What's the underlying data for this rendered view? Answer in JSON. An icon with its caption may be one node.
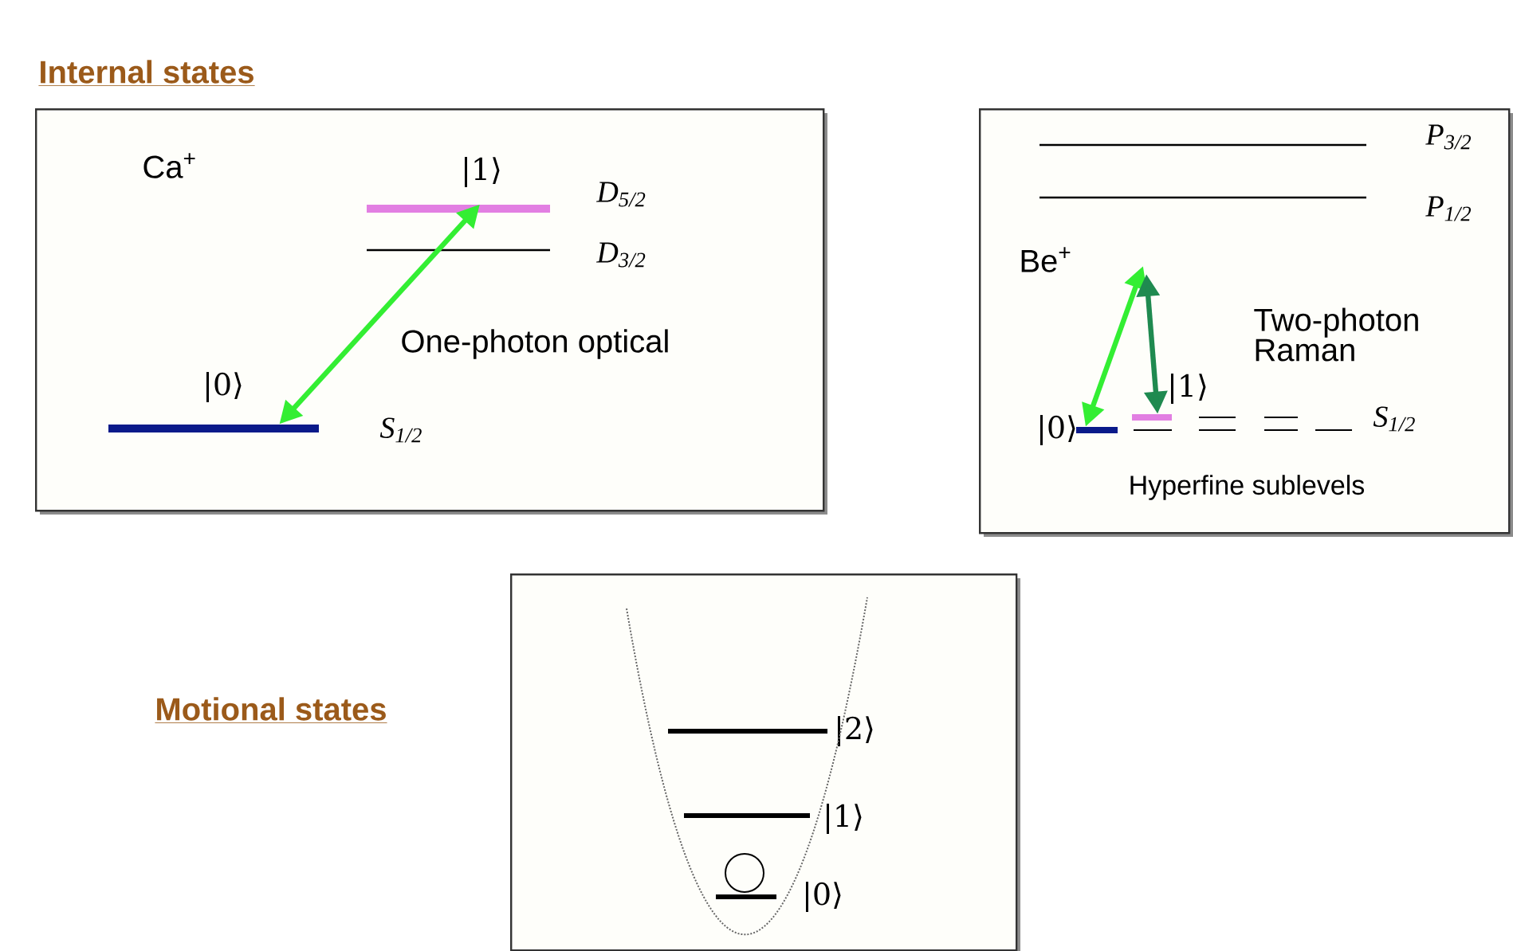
{
  "diagram": {
    "nodes": [
      {
        "text": [
          "Ca$^{+}$"
        ]
      },
      {
        "text": [
          "|0⟩"
        ],
        "beside": [
          "S$_{1/2}$"
        ],
        "in": 0
      },
      {
        "text": [
          "|1⟩"
        ],
        "beside": [
          "D$_{5/2}$"
        ],
        "in": 0
      },
      {
        "text": [],
        "shape": "bar",
        "beside": [
          "D$_{3/2}$"
        ],
        "in": 0
      },
      {
        "text": [
          "Be$^{+}$",
          "Hyperfine sublevels"
        ]
      },
      {
        "text": [],
        "shape": "bar",
        "beside": [
          "P$_{3/2}$"
        ],
        "in": 4
      },
      {
        "text": [],
        "shape": "bar",
        "beside": [
          "P$_{1/2}$"
        ],
        "in": 4
      },
      {
        "text": [
          "|0⟩"
        ],
        "in": 4
      },
      {
        "text": [
          "|1⟩"
        ],
        "in": 4
      },
      {
        "text": [],
        "shape": "box"
      },
      {
        "text": [
          "|2⟩"
        ],
        "in": 9
      },
      {
        "text": [
          "|1⟩"
        ],
        "in": 9
      },
      {
        "text": [
          "|0⟩"
        ],
        "in": 9
      }
    ],
    "edges": [
      {
        "from": 1,
        "to": 2,
        "arrow": "both",
        "label": "One-photon optical"
      },
      {
        "from": 7,
        "to": null,
        "arrow": "both"
      },
      {
        "from": null,
        "to": 8,
        "arrow": "both",
        "label": "Two-photon Raman",
        "color": "#1f8a50"
      }
    ],
    "labels": [
      "Internal states",
      "S$_{1/2}$",
      "Motional states"
    ]
  }
}
